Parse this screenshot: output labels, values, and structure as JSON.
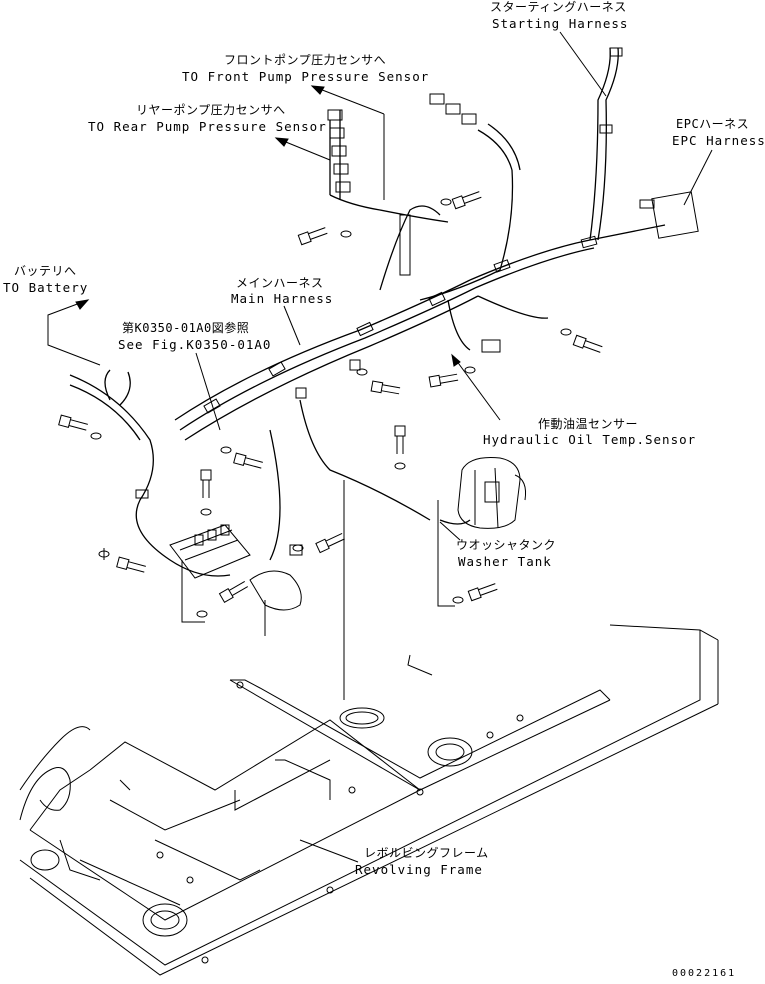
{
  "labels": {
    "starting_harness": {
      "jp": "スターティングハーネス",
      "en": "Starting Harness"
    },
    "front_pump": {
      "jp": "フロントポンプ圧力センサへ",
      "en": "TO Front Pump Pressure Sensor"
    },
    "rear_pump": {
      "jp": "リヤーポンプ圧力センサへ",
      "en": "TO Rear Pump Pressure Sensor"
    },
    "epc_harness": {
      "jp": "EPCハーネス",
      "en": "EPC Harness"
    },
    "battery": {
      "jp": "バッテリへ",
      "en": "TO Battery"
    },
    "main_harness": {
      "jp": "メインハーネス",
      "en": "Main Harness"
    },
    "see_fig": {
      "jp": "第K0350-01A0図参照",
      "en": "See Fig.K0350-01A0"
    },
    "hydraulic_oil": {
      "jp": "作動油温センサー",
      "en": "Hydraulic Oil Temp.Sensor"
    },
    "washer_tank": {
      "jp": "ウオッシャタンク",
      "en": "Washer Tank"
    },
    "revolving_frame": {
      "jp": "レボルビングフレーム",
      "en": "Revolving Frame"
    }
  },
  "drawing_number": "00022161"
}
